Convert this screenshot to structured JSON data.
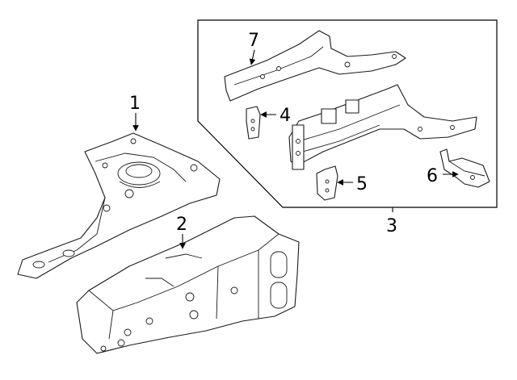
{
  "callouts": {
    "c1": "1",
    "c2": "2",
    "c3": "3",
    "c4": "4",
    "c5": "5",
    "c6": "6",
    "c7": "7"
  },
  "colors": {
    "line": "#1a1a1a",
    "fill": "#ffffff"
  }
}
